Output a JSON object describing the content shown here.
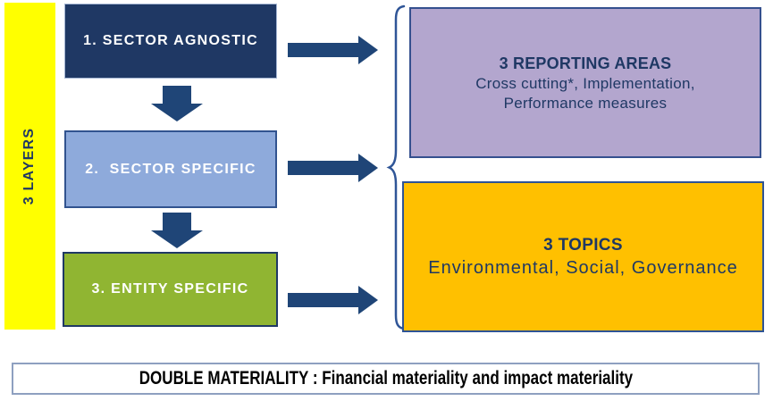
{
  "diagram": {
    "layers_label": "3 LAYERS",
    "layer_boxes": [
      {
        "label": "1. SECTOR AGNOSTIC",
        "fill": "#1F3864",
        "text_color": "#FFFFFF"
      },
      {
        "label": "2.  SECTOR SPECIFIC",
        "fill": "#8EAADB",
        "text_color": "#FFFFFF"
      },
      {
        "label": "3. ENTITY SPECIFIC",
        "fill": "#90B532",
        "text_color": "#FFFFFF"
      }
    ],
    "reporting_areas": {
      "title": "3 REPORTING AREAS",
      "line1": "Cross cutting*, Implementation,",
      "line2": "Performance measures",
      "fill": "#B3A6CE",
      "text_color": "#1F3864"
    },
    "topics": {
      "title": "3 TOPICS",
      "subtitle": "Environmental, Social, Governance",
      "fill": "#FFC000",
      "text_color": "#1F3864"
    },
    "double_materiality": "DOUBLE MATERIALITY : Financial materiality and impact materiality",
    "colors": {
      "layers_bar": "#FFFF00",
      "arrows": "#1F4577",
      "brace": "#2F5597"
    }
  }
}
